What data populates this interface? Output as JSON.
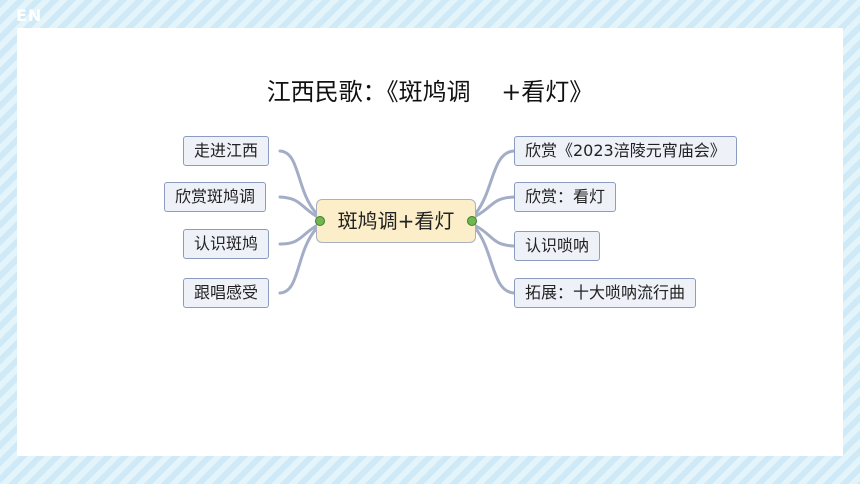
{
  "badge": "EN",
  "title": "江西民歌：《斑鸠调    +看灯》",
  "center": "斑鸠调+看灯",
  "left_nodes": [
    "走进江西",
    "欣赏斑鸠调",
    "认识斑鸠",
    "跟唱感受"
  ],
  "right_nodes": [
    "欣赏《2023涪陵元宵庙会》",
    "欣赏：看灯",
    "认识唢呐",
    "拓展：十大唢呐流行曲"
  ],
  "colors": {
    "link": "#a3aec6",
    "center_fill": "#fbeec8",
    "node_fill": "#eef1f8",
    "knob": "#6fb84f"
  }
}
